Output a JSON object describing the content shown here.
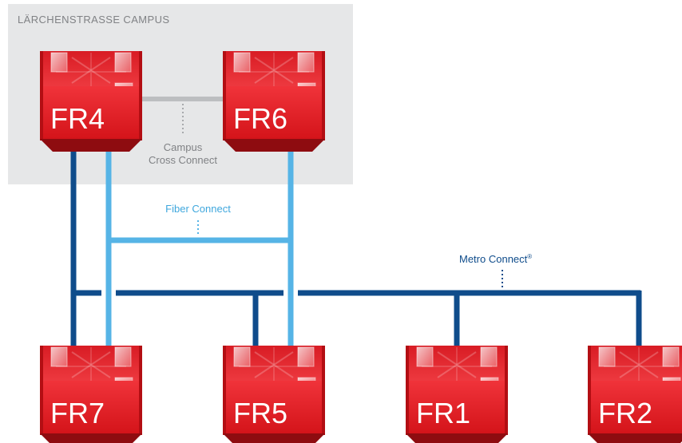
{
  "campus": {
    "label": "LÄRCHENSTRASSE CAMPUS"
  },
  "connections": {
    "campus_cross_connect": {
      "line1": "Campus",
      "line2": "Cross Connect"
    },
    "fiber_connect": {
      "label": "Fiber Connect"
    },
    "metro_connect": {
      "label": "Metro Connect",
      "mark": "®"
    }
  },
  "nodes": {
    "fr4": {
      "label": "FR4"
    },
    "fr6": {
      "label": "FR6"
    },
    "fr7": {
      "label": "FR7"
    },
    "fr5": {
      "label": "FR5"
    },
    "fr1": {
      "label": "FR1"
    },
    "fr2": {
      "label": "FR2"
    }
  },
  "colors": {
    "campus_bg": "#e6e7e8",
    "campus_text": "#808285",
    "cross_connect": "#bcbec0",
    "fiber": "#56b4e6",
    "metro": "#0f4c8b",
    "node_red": "#e3161c",
    "node_dark_red": "#9f0f12"
  }
}
